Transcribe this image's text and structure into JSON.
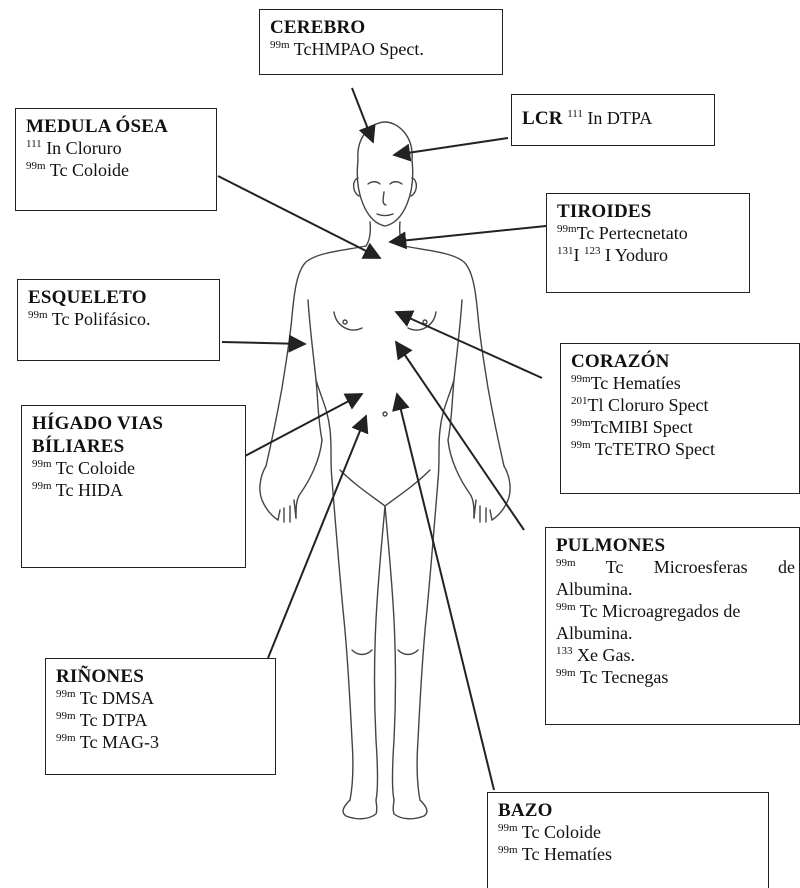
{
  "boxes": {
    "cerebro": {
      "title": "CEREBRO",
      "lines": [
        {
          "sup": "99m",
          "text": "TcHMPAO Spect."
        }
      ]
    },
    "lcr": {
      "title": "LCR",
      "lines": [
        {
          "sup": "111",
          "text": "In DTPA"
        }
      ]
    },
    "medula": {
      "title": "MEDULA ÓSEA",
      "lines": [
        {
          "sup": "111",
          "text": "In Cloruro"
        },
        {
          "sup": "99m",
          "text": "Tc Coloide"
        }
      ]
    },
    "tiroides": {
      "title": "TIROIDES",
      "lines": [
        {
          "sup": "99m",
          "text": "Tc Pertecnetato"
        },
        {
          "sup": "131",
          "mid": "I",
          "sup2": "123",
          "text": "I Yoduro"
        }
      ]
    },
    "esqueleto": {
      "title": "ESQUELETO",
      "lines": [
        {
          "sup": "99m",
          "text": "Tc Polifásico."
        }
      ]
    },
    "corazon": {
      "title": "CORAZÓN",
      "lines": [
        {
          "sup": "99m",
          "text": "Tc Hematíes"
        },
        {
          "sup": "201",
          "text": "Tl Cloruro Spect"
        },
        {
          "sup": "99m",
          "text": "TcMIBI Spect"
        },
        {
          "sup": "99m",
          "text": "TcTETRO Spect"
        }
      ]
    },
    "higado": {
      "title_1": "HÍGADO VIAS",
      "title_2": "BÍLIARES",
      "lines": [
        {
          "sup": "99m",
          "text": "Tc Coloide"
        },
        {
          "sup": "99m",
          "text": "Tc HIDA"
        }
      ]
    },
    "pulmones": {
      "title": "PULMONES",
      "lines": [
        {
          "sup": "99m",
          "text": "Tc Microesferas de"
        },
        {
          "text": "Albumina."
        },
        {
          "sup": "99m",
          "text": "Tc Microagregados de"
        },
        {
          "text": "Albumina."
        },
        {
          "sup": "133",
          "text": "Xe Gas."
        },
        {
          "sup": "99m",
          "text": "Tc Tecnegas"
        }
      ]
    },
    "rinones": {
      "title": "RIÑONES",
      "lines": [
        {
          "sup": "99m",
          "text": "Tc DMSA"
        },
        {
          "sup": "99m",
          "text": "Tc DTPA"
        },
        {
          "sup": "99m",
          "text": "Tc MAG-3"
        }
      ]
    },
    "bazo": {
      "title": "BAZO",
      "lines": [
        {
          "sup": "99m",
          "text": "Tc Coloide"
        },
        {
          "sup": "99m",
          "text": "Tc Hematíes"
        }
      ]
    }
  },
  "colors": {
    "line": "#222222",
    "figure": "#444444"
  }
}
